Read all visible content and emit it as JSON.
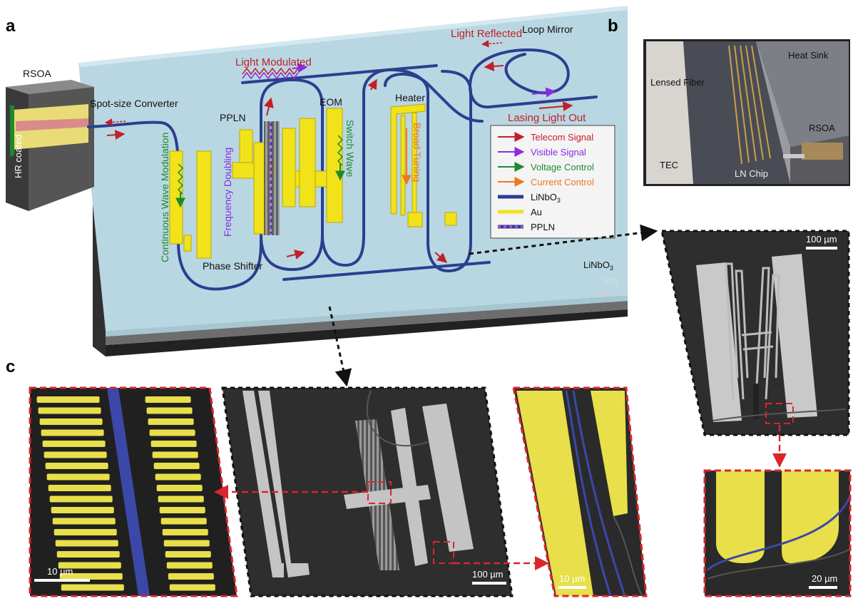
{
  "panels": {
    "a": "a",
    "b": "b",
    "c": "c"
  },
  "chip": {
    "rsoa": "RSOA",
    "hr_coated": "HR coated",
    "spot_size_converter": "Spot-size Converter",
    "light_modulated": "Light Modulated",
    "light_reflected": "Light Reflected",
    "loop_mirror": "Loop Mirror",
    "lasing_light_out": "Lasing Light Out",
    "ppln": "PPLN",
    "eom": "EOM",
    "heater": "Heater",
    "broad_tuning": "Broad Tuning",
    "switch_wave": "Switch Wave",
    "frequency_doubling": "Frequency Doubling",
    "continuous_wave_modulation": "Continuous Wave Modulation",
    "phase_shifter": "Phase Shifter",
    "linbo3": "LiNbO",
    "linbo3_sub": "3",
    "sio2": "SiO",
    "sio2_sub": "2",
    "silicon": "Silicon"
  },
  "legend": {
    "items": [
      {
        "label": "Telecom Signal",
        "color": "#c0202a",
        "kind": "arrow"
      },
      {
        "label": "Visible Signal",
        "color": "#8a2be2",
        "kind": "arrow"
      },
      {
        "label": "Voltage Control",
        "color": "#1e8a2a",
        "kind": "arrow"
      },
      {
        "label": "Current Control",
        "color": "#ee7722",
        "kind": "arrow"
      },
      {
        "label": "LiNbO",
        "sub": "3",
        "color": "#2b3f8f",
        "kind": "line"
      },
      {
        "label": "Au",
        "color": "#f1e21a",
        "kind": "line"
      },
      {
        "label": "PPLN",
        "color": "#2b3f8f",
        "kind": "dashline"
      }
    ]
  },
  "photo": {
    "heat_sink": "Heat Sink",
    "lensed_fiber": "Lensed Fiber",
    "rsoa": "RSOA",
    "tec": "TEC",
    "ln_chip": "LN Chip"
  },
  "scale_bars": {
    "heater_sem": "100 µm",
    "ppln_sem": "100 µm",
    "ppln_zoom": "10 µm",
    "eom_zoom": "10 µm",
    "heater_zoom": "20 µm"
  },
  "colors": {
    "chip_top": "#b9d7e2",
    "waveguide": "#2b3f8f",
    "gold": "#f1e21a",
    "telecom": "#c0202a",
    "visible": "#8a2be2",
    "voltage": "#1e8a2a",
    "current": "#ee7722",
    "dash_red": "#d9262b"
  }
}
